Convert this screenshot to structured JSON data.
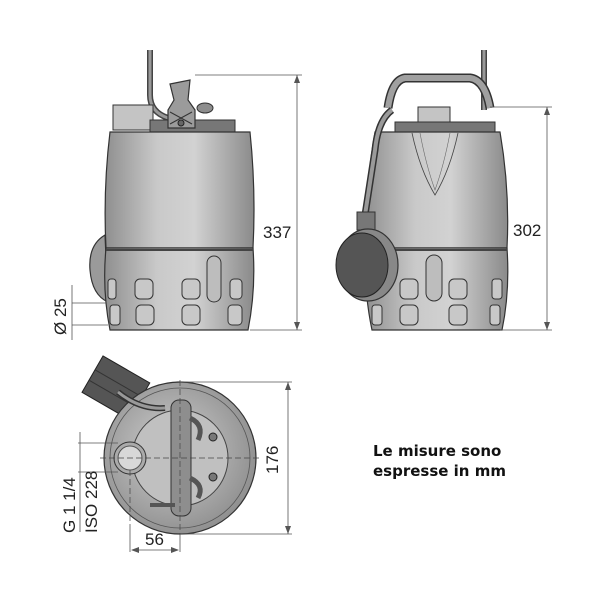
{
  "drawing": {
    "front_view": {
      "height_label": "337",
      "outlet_diameter_label": "Ø 25"
    },
    "side_view": {
      "height_label": "302"
    },
    "top_view": {
      "width_label": "176",
      "offset_label": "56",
      "thread_label": "G 1 1/4",
      "standard_label": "ISO 228"
    }
  },
  "note": {
    "line1": "Le misure sono",
    "line2": "espresse in mm"
  },
  "colors": {
    "body": "#b8b8b8",
    "body_dark": "#8c8c8c",
    "outline": "#333333",
    "float": "#555555",
    "dim_line": "#555555"
  }
}
